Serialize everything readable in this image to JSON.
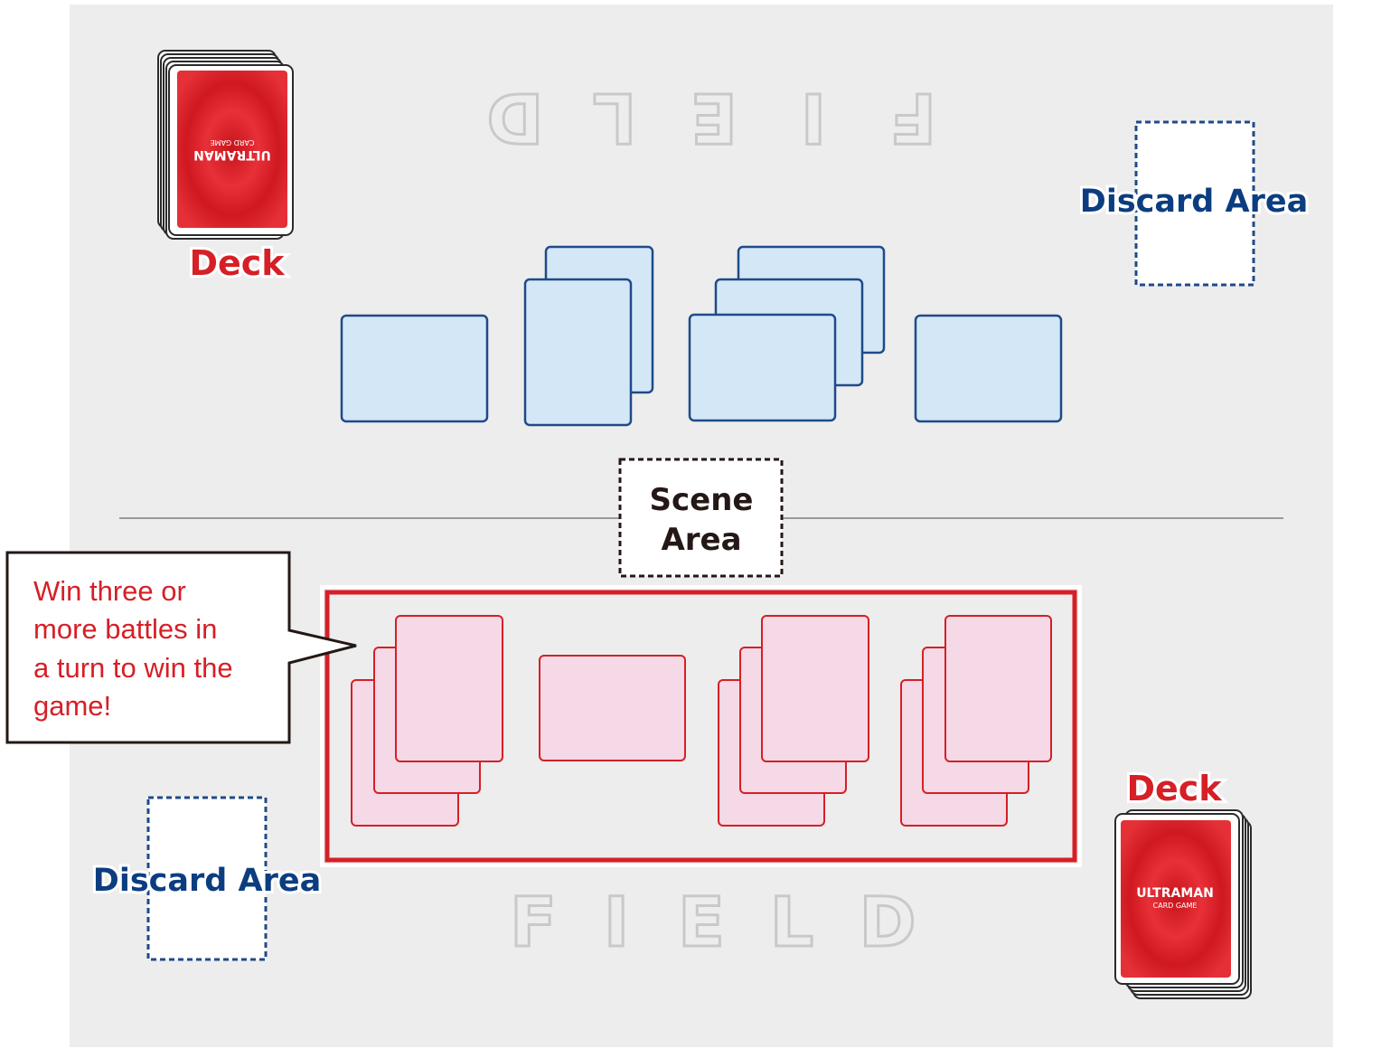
{
  "field_letters": [
    "F",
    "I",
    "E",
    "L",
    "D"
  ],
  "deck_label": "Deck",
  "discard_label": "Discard Area",
  "scene_label_line1": "Scene",
  "scene_label_line2": "Area",
  "card_back_title": "ULTRAMAN",
  "card_back_subtitle": "CARD GAME",
  "callout_lines": [
    "Win three or",
    "more battles in",
    "a turn to win the",
    "game!"
  ],
  "colors": {
    "field_bg": "#ededed",
    "deck_red": "#e0202a",
    "label_red": "#d61f26",
    "label_blue": "#0c3d80",
    "opponent_card_fill": "#d3e7f6",
    "opponent_card_stroke": "#1f4a8a",
    "player_card_fill": "#f5d9e6",
    "player_card_stroke": "#d61f26"
  }
}
